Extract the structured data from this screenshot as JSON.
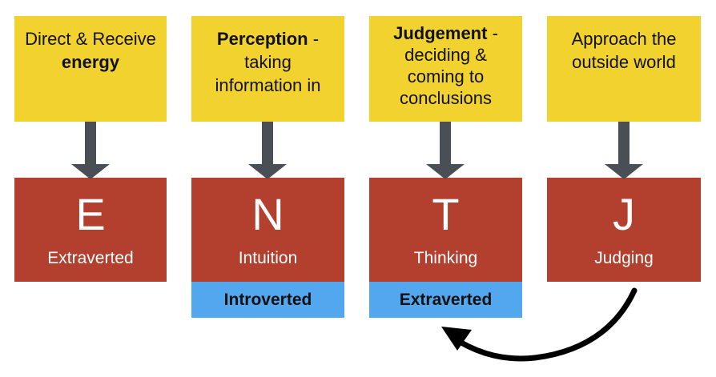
{
  "columns": [
    {
      "top_lines": [
        [
          {
            "text": "Direct & Receive",
            "bold": false
          }
        ],
        [
          {
            "text": "energy",
            "bold": true
          }
        ]
      ],
      "letter": "E",
      "word": "Extraverted",
      "attitude": ""
    },
    {
      "top_lines": [
        [
          {
            "text": "Perception",
            "bold": true
          },
          {
            "text": " -",
            "bold": false
          }
        ],
        [
          {
            "text": "taking",
            "bold": false
          }
        ],
        [
          {
            "text": "information in",
            "bold": false
          }
        ]
      ],
      "letter": "N",
      "word": "Intuition",
      "attitude": "Introverted"
    },
    {
      "top_lines": [
        [
          {
            "text": "Judgement",
            "bold": true
          },
          {
            "text": " -",
            "bold": false
          }
        ],
        [
          {
            "text": "deciding &",
            "bold": false
          }
        ],
        [
          {
            "text": "coming to",
            "bold": false
          }
        ],
        [
          {
            "text": "conclusions",
            "bold": false
          }
        ]
      ],
      "letter": "T",
      "word": "Thinking",
      "attitude": "Extraverted"
    },
    {
      "top_lines": [
        [
          {
            "text": "Approach the",
            "bold": false
          }
        ],
        [
          {
            "text": "outside world",
            "bold": false
          }
        ]
      ],
      "letter": "J",
      "word": "Judging",
      "attitude": ""
    }
  ],
  "colors": {
    "top_box": "#f2d22e",
    "type_box": "#b3402f",
    "attitude_box": "#53a7ee",
    "arrow": "#4a4f56",
    "curved_arrow": "#000000"
  }
}
